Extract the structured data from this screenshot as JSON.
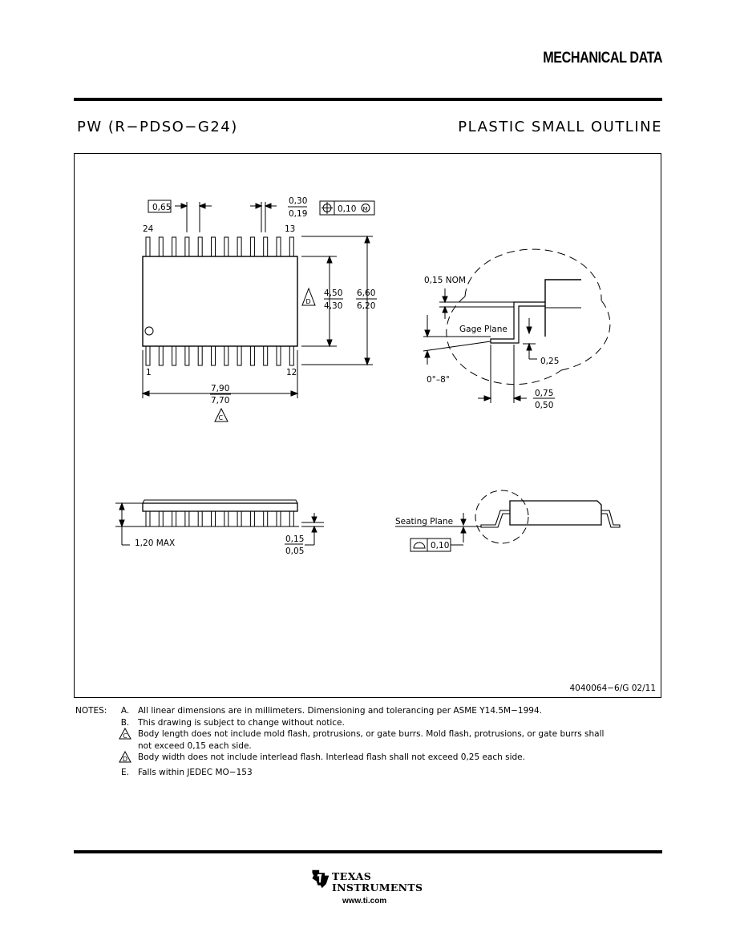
{
  "header": {
    "title": "MECHANICAL DATA",
    "package_code": "PW (R−PDSO−G24)",
    "package_type": "PLASTIC  SMALL  OUTLINE"
  },
  "top_view": {
    "pitch": "0,65",
    "lead_width_max": "0,30",
    "lead_width_min": "0,19",
    "position_tol_value": "0,10",
    "position_tol_modifier": "M",
    "pin_top_left": "24",
    "pin_top_right": "13",
    "pin_bottom_left": "1",
    "pin_bottom_right": "12",
    "body_width_max": "4,50",
    "body_width_min": "4,30",
    "body_width_note": "D",
    "overall_width_max": "6,60",
    "overall_width_min": "6,20",
    "body_length_max": "7,90",
    "body_length_min": "7,70",
    "body_length_note": "C"
  },
  "lead_detail": {
    "nom_label": "0,15 NOM",
    "gage_plane": "Gage Plane",
    "gage_dim": "0,25",
    "angle": "0°–8°",
    "foot_max": "0,75",
    "foot_min": "0,50"
  },
  "side_view": {
    "height_label": "1,20 MAX",
    "standoff_max": "0,15",
    "standoff_min": "0,05",
    "seating_plane": "Seating Plane",
    "flatness_value": "0,10"
  },
  "doc_number": "4040064−6/G   02/11",
  "notes": {
    "label": "NOTES:",
    "items": [
      {
        "letter": "A.",
        "text": "All linear dimensions are in millimeters.  Dimensioning and tolerancing per ASME Y14.5M−1994."
      },
      {
        "letter": "B.",
        "text": "This drawing is subject to change without notice."
      },
      {
        "letter": "C",
        "text": "Body length does not include mold flash, protrusions, or gate burrs.  Mold flash, protrusions, or gate burrs shall"
      },
      {
        "letter": "",
        "text": "not exceed 0,15 each side."
      },
      {
        "letter": "D",
        "text": "Body width does not include interlead flash.  Interlead flash shall not exceed 0,25 each side."
      },
      {
        "letter": "E.",
        "text": "Falls within JEDEC MO−153"
      }
    ]
  },
  "footer": {
    "logo_line1": "TEXAS",
    "logo_line2": "INSTRUMENTS",
    "url": "www.ti.com"
  }
}
